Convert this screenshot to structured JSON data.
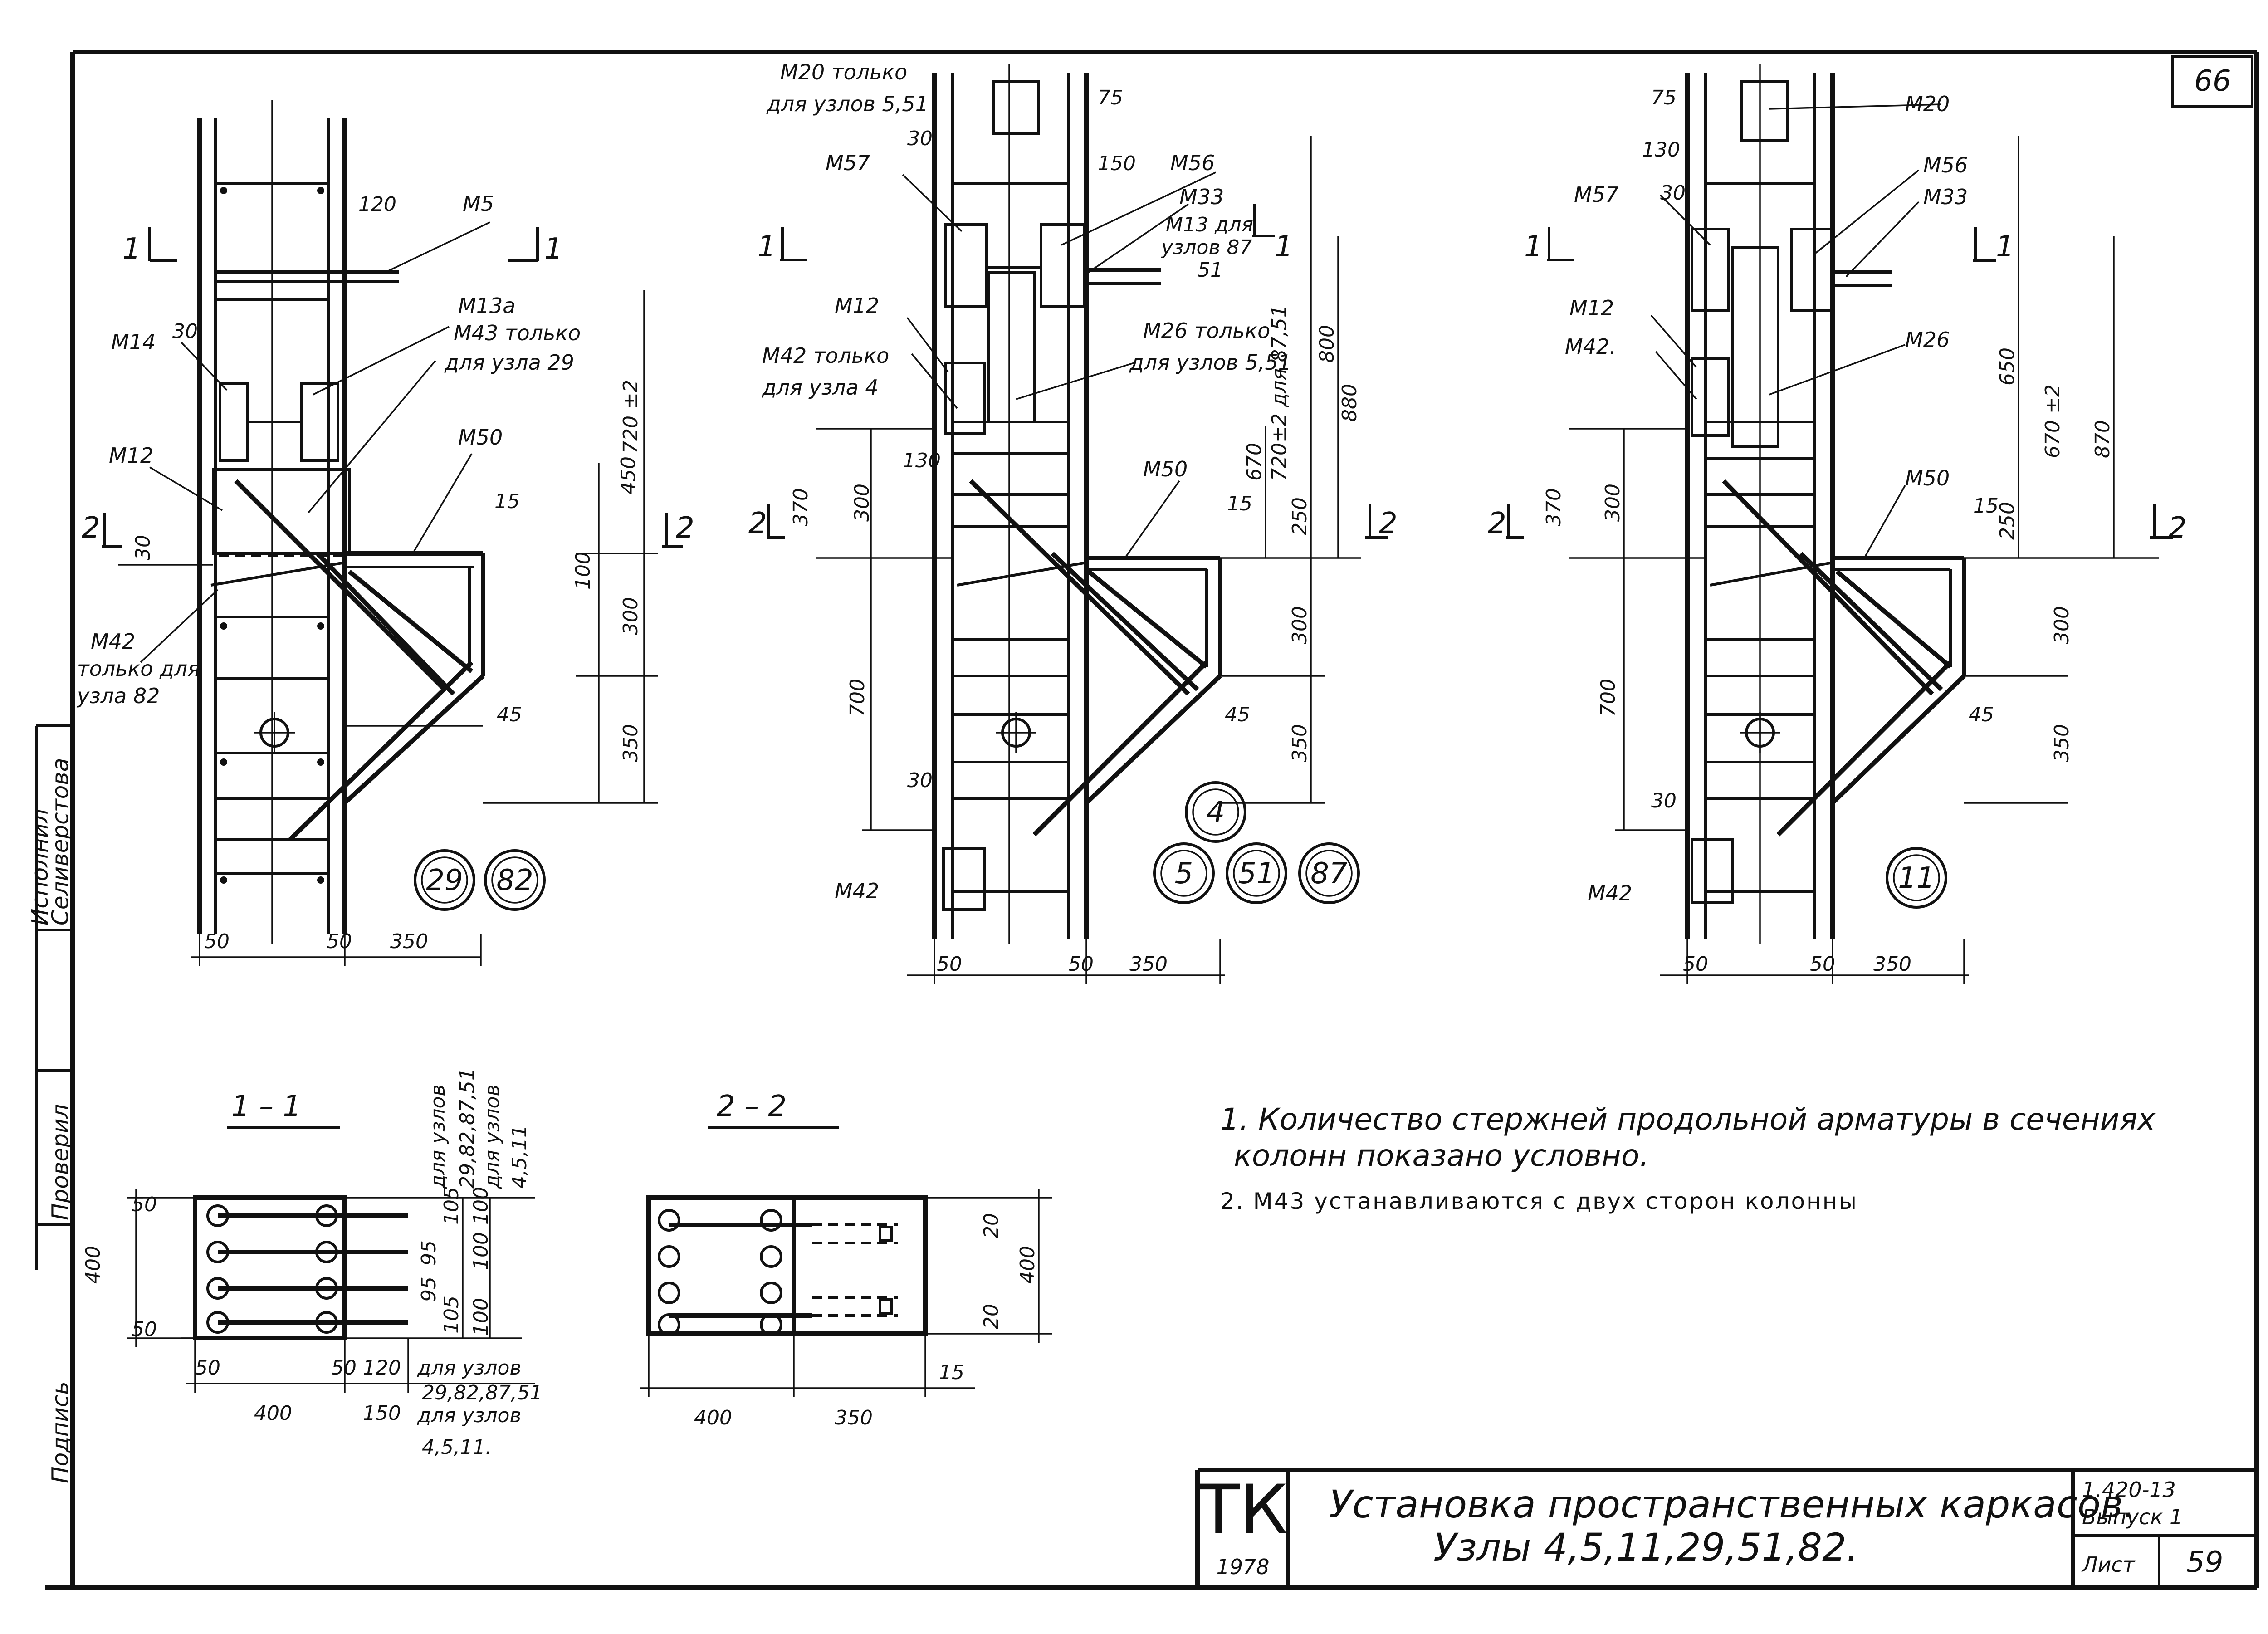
{
  "sheet": {
    "corner_number": "66",
    "sheet_label": "Лист",
    "sheet_number": "59",
    "series": "1.420-13",
    "issue": "Выпуск 1",
    "organization": "ТК",
    "year": "1978",
    "title_line1": "Установка пространственных каркасов.",
    "title_line2": "Узлы 4,5,11,29,51,82."
  },
  "side_stamp": [
    "Подпись",
    "Проверил",
    "Исполнил",
    "Селиверстова"
  ],
  "notes": [
    "1. Количество стержней продольной арматуры в сечениях",
    "колонн показано условно.",
    "2. М43 устанавливаются с двух сторон колонны"
  ],
  "node_a": {
    "labels": {
      "m5": "М5",
      "m14": "М14",
      "m13a": "М13а",
      "m43_1": "М43 только",
      "m43_2": "для узла 29",
      "m12": "М12",
      "m50": "М50",
      "m42_1": "М42",
      "m42_2": "только для",
      "m42_3": "узла 82"
    },
    "dims": {
      "d120": "120",
      "d30a": "30",
      "d30b": "30",
      "d15": "15",
      "d45": "45",
      "d720": "720 ±2",
      "d450": "450",
      "d100": "100",
      "d300": "300",
      "d350v": "350",
      "d50a": "50",
      "d50b": "50",
      "d350h": "350"
    },
    "sections": {
      "s1": "1",
      "s2": "2"
    },
    "nodes": [
      "29",
      "82"
    ]
  },
  "node_b": {
    "labels": {
      "m20_1": "М20 только",
      "m20_2": "для узлов 5,51",
      "m57": "М57",
      "m56": "М56",
      "m33": "М33",
      "m13_1": "М13 для",
      "m13_2": "узлов 87",
      "m13_3": "51",
      "m12": "М12",
      "m42a_1": "М42 только",
      "m42a_2": "для узла 4",
      "m26_1": "М26 только",
      "m26_2": "для узлов 5,51",
      "m50": "М50",
      "m42": "М42"
    },
    "dims": {
      "d75": "75",
      "d30a": "30",
      "d150": "150",
      "d130": "130",
      "d370": "370",
      "d300a": "300",
      "d670": "670",
      "d720": "720±2 для 87,51",
      "d250": "250",
      "d800": "800",
      "d880": "880",
      "d15": "15",
      "d300b": "300",
      "d700": "700",
      "d45": "45",
      "d350v": "350",
      "d30b": "30",
      "d50a": "50",
      "d50b": "50",
      "d350h": "350"
    },
    "sections": {
      "s1": "1",
      "s2": "2"
    },
    "nodes": [
      "4",
      "5",
      "51",
      "87"
    ]
  },
  "node_c": {
    "labels": {
      "m20": "М20",
      "m57": "М57",
      "m56": "М56",
      "m33": "М33",
      "m12": "М12",
      "m42a": "М42.",
      "m26": "М26",
      "m50": "М50",
      "m42": "М42"
    },
    "dims": {
      "d75": "75",
      "d130": "130",
      "d30a": "30",
      "d370": "370",
      "d300a": "300",
      "d650": "650",
      "d670": "670 ±2",
      "d870": "870",
      "d250": "250",
      "d15": "15",
      "d300b": "300",
      "d700": "700",
      "d45": "45",
      "d350v": "350",
      "d30b": "30",
      "d50a": "50",
      "d50b": "50",
      "d350h": "350"
    },
    "sections": {
      "s1": "1",
      "s2": "2"
    },
    "nodes": [
      "11"
    ]
  },
  "section_11": {
    "title": "1 – 1",
    "dims": {
      "d50a": "50",
      "d50b": "50",
      "d400v": "400",
      "d50c": "50",
      "d50d": "50",
      "d120": "120",
      "d400h": "400",
      "d150": "150",
      "d105a": "105",
      "d105b": "105",
      "d95a": "95",
      "d95b": "95",
      "d100a": "100",
      "d100b": "100",
      "d100c": "100"
    },
    "notes": {
      "n1": "для узлов",
      "n2": "29,82,87,51",
      "n3": "для узлов",
      "n4": "4,5,11",
      "b1": "для узлов",
      "b2": "29,82,87,51",
      "b3": "для узлов",
      "b4": "4,5,11."
    }
  },
  "section_22": {
    "title": "2 – 2",
    "dims": {
      "d20a": "20",
      "d20b": "20",
      "d400v": "400",
      "d400h": "400",
      "d350": "350",
      "d15": "15"
    }
  }
}
